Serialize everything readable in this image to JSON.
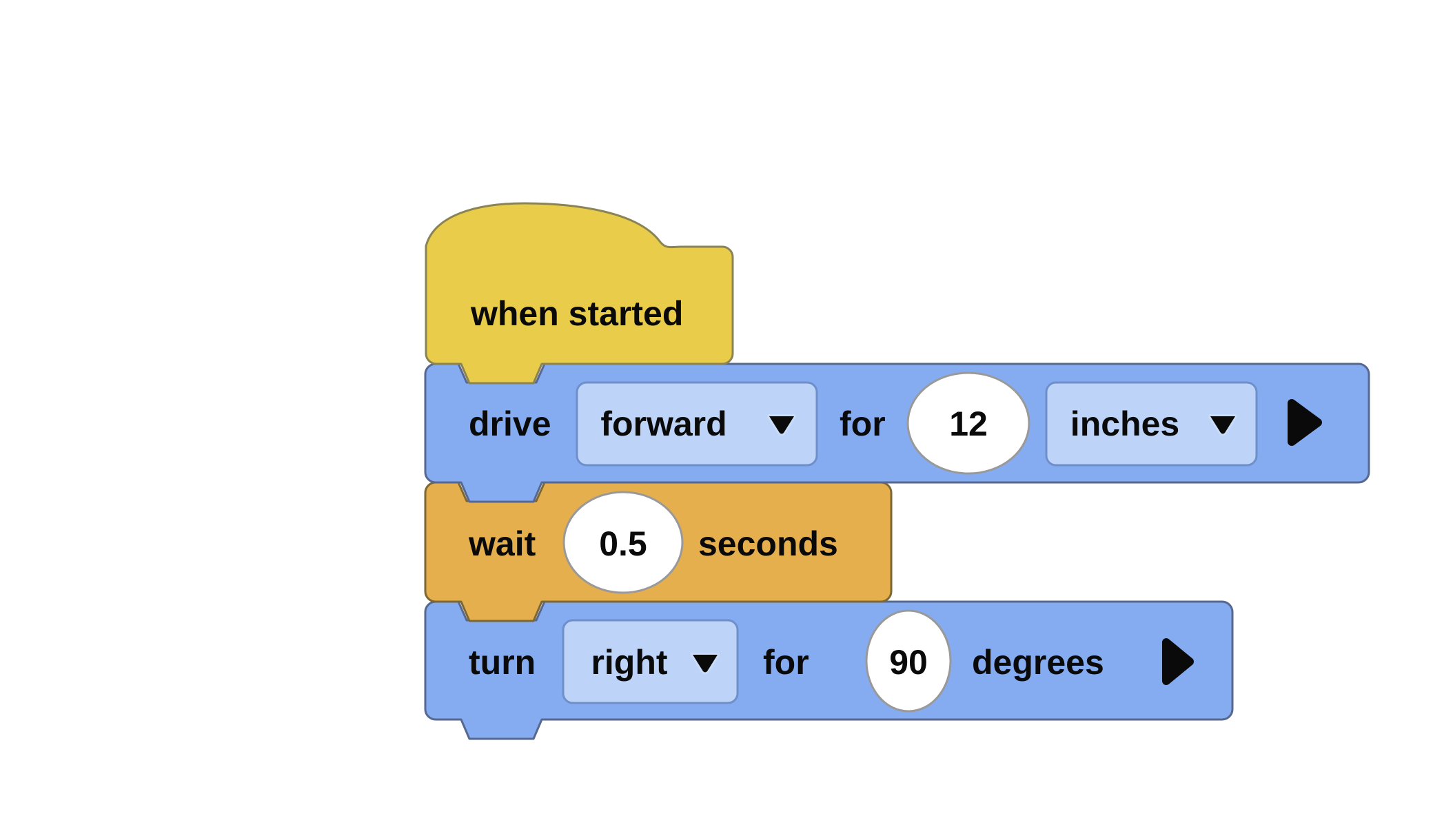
{
  "app": "block-coding-workspace",
  "palette": {
    "canvas_background": "#FFFFFF",
    "event_block_fill": "#E8CC4A",
    "event_block_stroke": "#8A8455",
    "drivetrain_block_fill": "#85ACF0",
    "drivetrain_block_stroke": "#56688F",
    "control_block_fill": "#E5AF4E",
    "control_block_stroke": "#7D6733",
    "dropdown_fill": "#BDD3F8",
    "dropdown_stroke": "#6E8FC9",
    "value_input_fill": "#FFFFFF",
    "value_input_stroke": "#999999",
    "text_color": "#0a0a0a"
  },
  "icons": {
    "dropdown_caret": "down-triangle",
    "expand_arrow": "right-triangle"
  },
  "blocks": {
    "when_started": {
      "label": "when started"
    },
    "drive": {
      "verb": "drive",
      "direction": "forward",
      "preposition": "for",
      "distance": "12",
      "unit": "inches"
    },
    "wait": {
      "verb": "wait",
      "duration": "0.5",
      "unit_label": "seconds"
    },
    "turn": {
      "verb": "turn",
      "direction": "right",
      "preposition": "for",
      "angle": "90",
      "unit_label": "degrees"
    }
  }
}
